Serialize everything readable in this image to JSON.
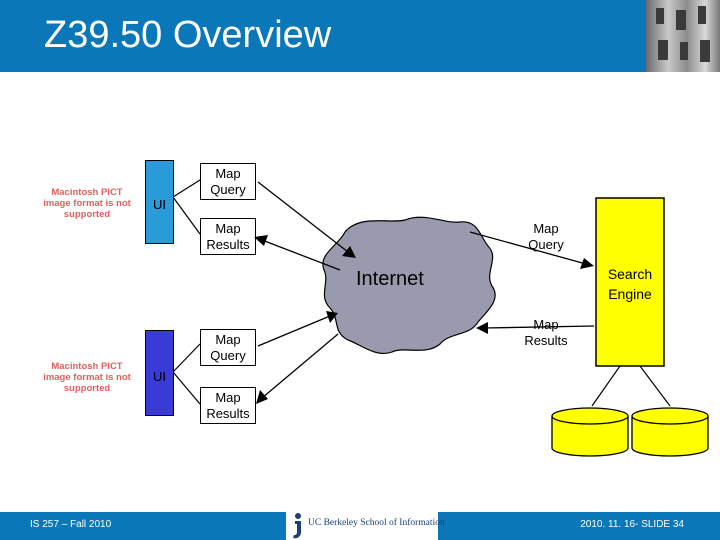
{
  "slide": {
    "title": "Z39.50 Overview",
    "footer_left": "IS 257 – Fall 2010",
    "footer_right": "2010. 11. 16- SLIDE 34",
    "logo_text": "UC Berkeley School of Information"
  },
  "diagram": {
    "pict_placeholder_top": "Macintosh PICT image format is not supported",
    "pict_placeholder_bottom": "Macintosh PICT image format is not supported",
    "ui_top": "UI",
    "ui_bottom": "UI",
    "top_map_query": "Map Query",
    "top_map_results": "Map Results",
    "bottom_map_query": "Map Query",
    "bottom_map_results": "Map Results",
    "right_map_query": "Map Query",
    "right_map_results": "Map Results",
    "internet": "Internet",
    "search_engine": "Search Engine",
    "colors": {
      "header": "#0a78b8",
      "ui_top": "#2a9ad8",
      "ui_bottom": "#3a3ad8",
      "search_engine": "#ffff00",
      "database": "#ffff00",
      "cloud": "#9a9aae"
    }
  }
}
